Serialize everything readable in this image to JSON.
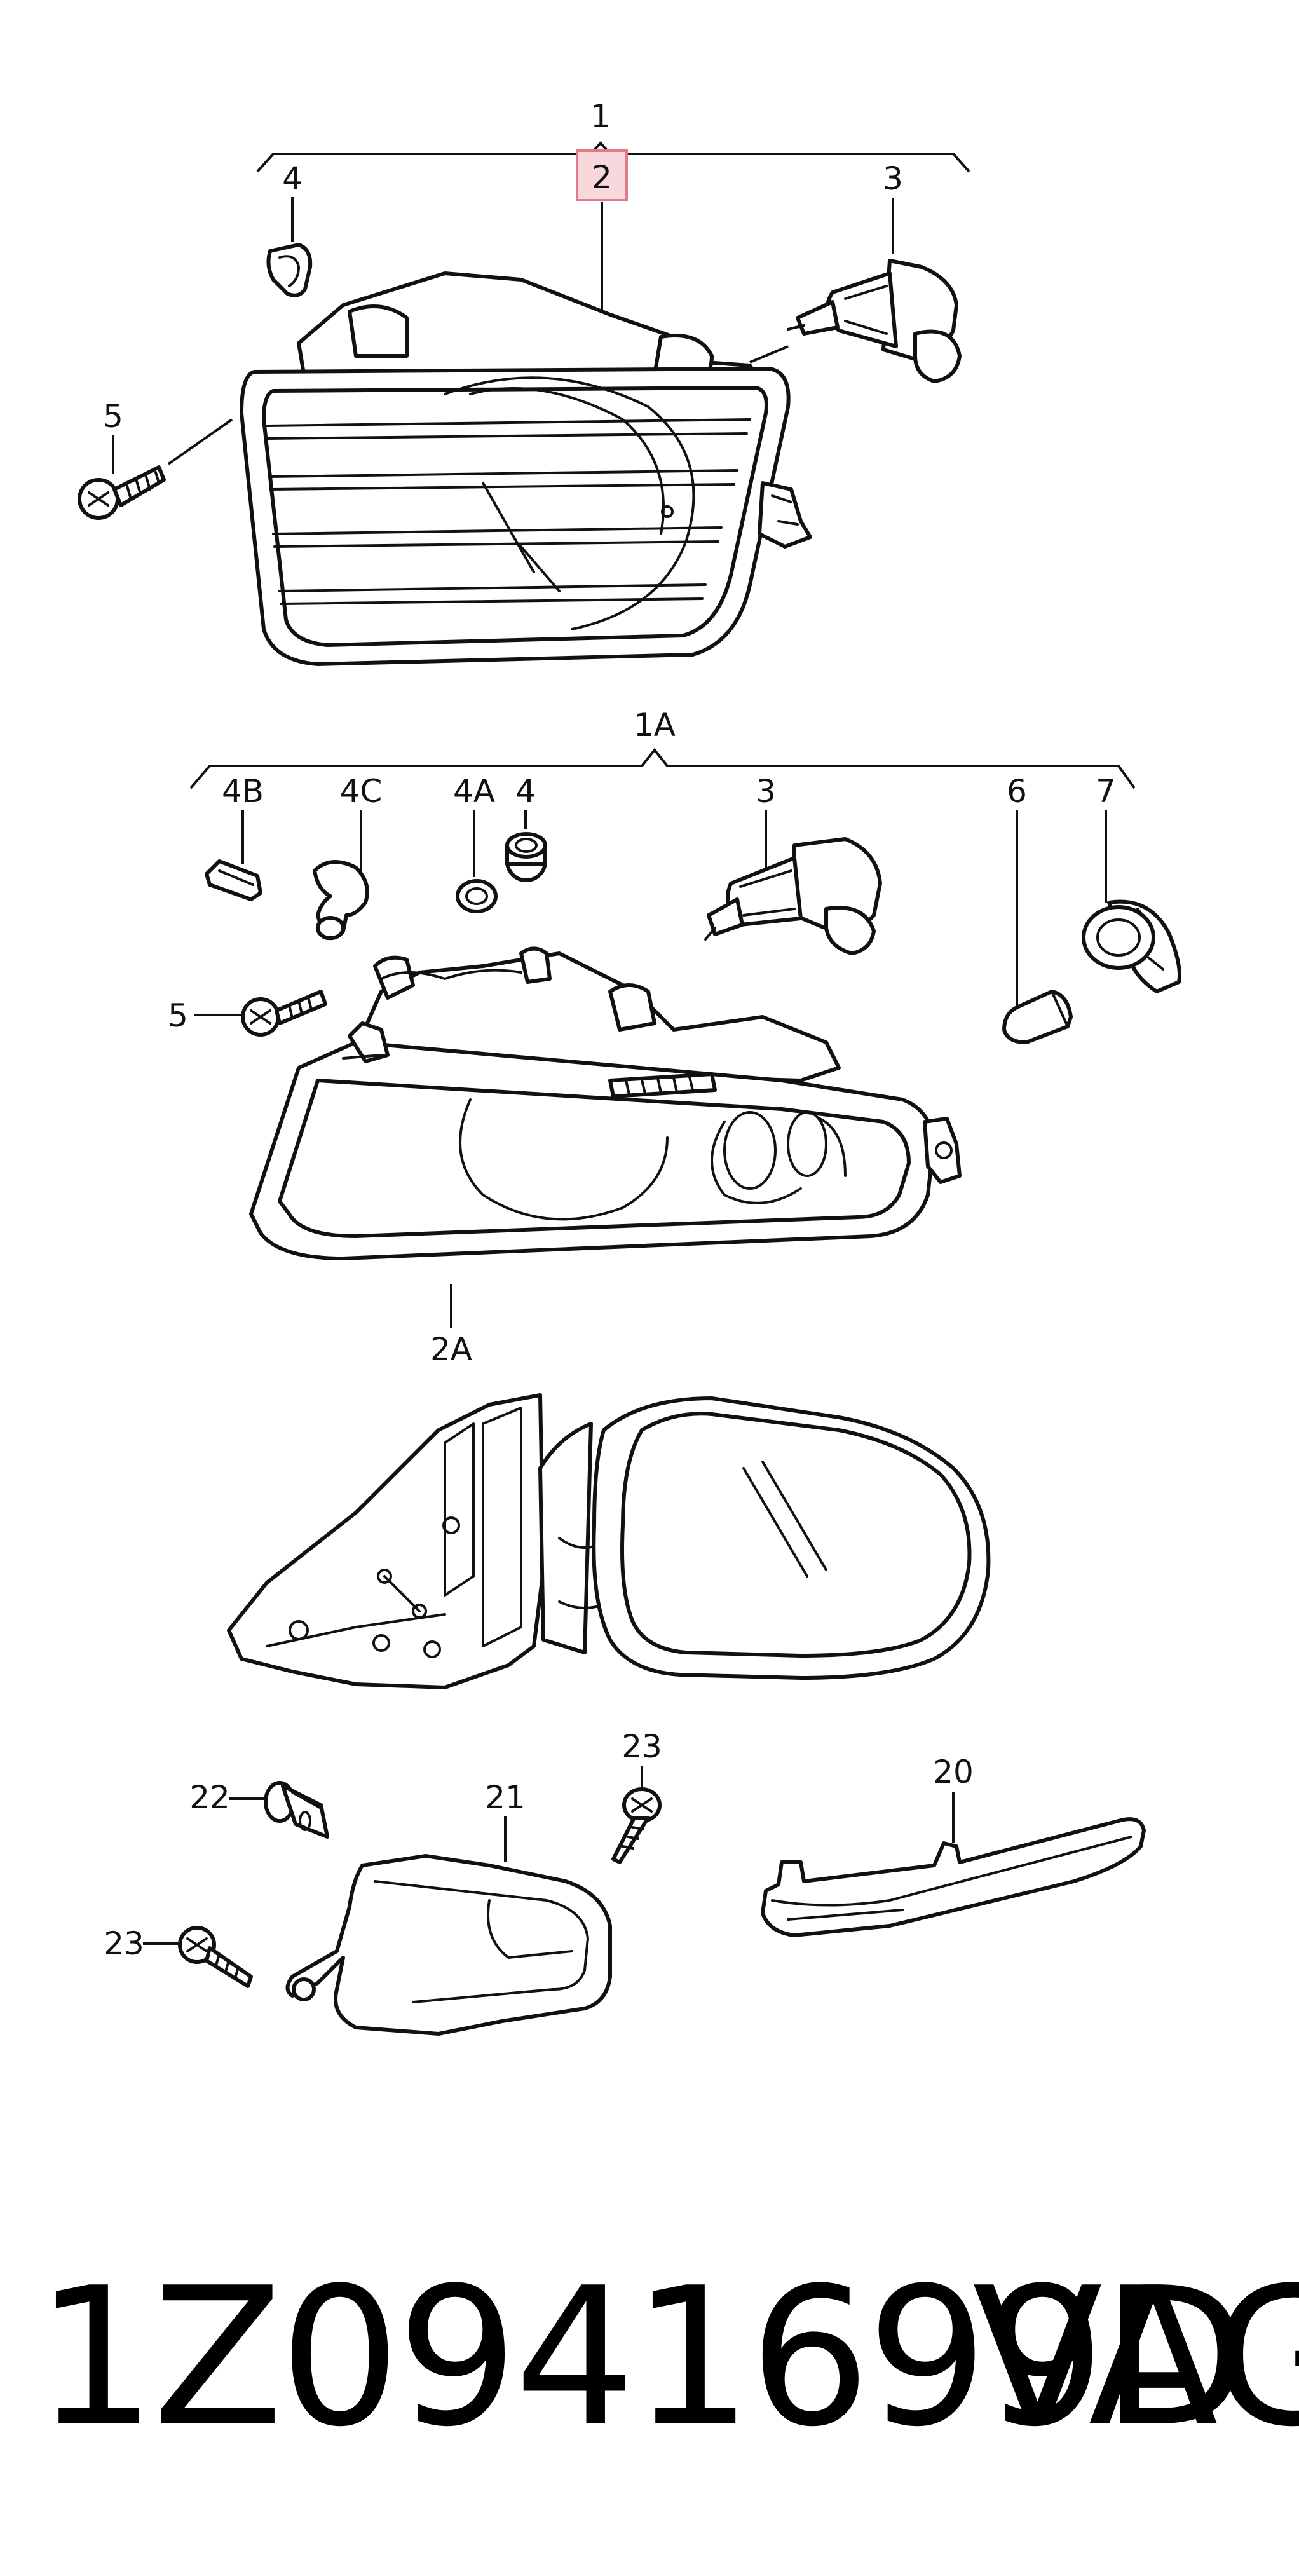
{
  "callouts": {
    "fog_assembly": "1",
    "fog_housing": "2",
    "bulb": "3",
    "clip": "4",
    "screw": "5",
    "fog_assembly_b": "1A",
    "clip_b": "4B",
    "connector_b": "4C",
    "ring_b": "4A",
    "clip_b2": "4",
    "bulb_b": "3",
    "small_bulb": "6",
    "bulb_socket": "7",
    "screw_b": "5",
    "fog_housing_b": "2A",
    "mirror_bulb": "22",
    "mirror_bracket": "21",
    "mirror_screw_top": "23",
    "mirror_screw_left": "23",
    "mirror_indicator": "20"
  },
  "footer": {
    "part_number": "1Z0941699D",
    "brand": "VAG"
  },
  "colors": {
    "highlight_fill": "#f8d8dc",
    "highlight_stroke": "#e07a88",
    "ink": "#111111"
  }
}
